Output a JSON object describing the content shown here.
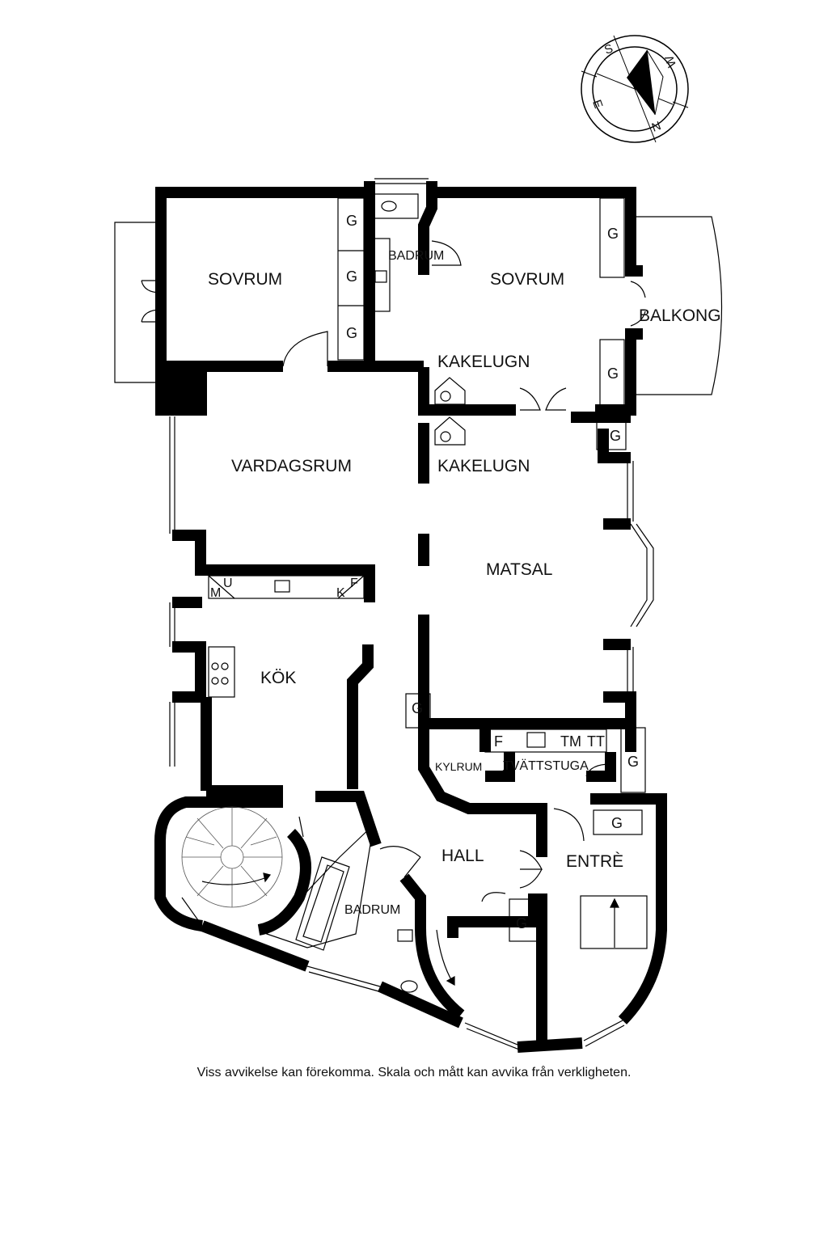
{
  "compass": {
    "labels": {
      "s": "S",
      "w": "W",
      "n": "N",
      "e": "E"
    }
  },
  "rooms": {
    "sovrum_left": "SOVRUM",
    "sovrum_right": "SOVRUM",
    "badrum_top": "BADRUM",
    "balkong": "BALKONG",
    "kakelugn_upper": "KAKELUGN",
    "kakelugn_lower": "KAKELUGN",
    "vardagsrum": "VARDAGSRUM",
    "matsal": "MATSAL",
    "kok": "KÖK",
    "kylrum": "KYLRUM",
    "tvattstuga": "TVÄTTSTUGA",
    "hall": "HALL",
    "entre": "ENTRÈ",
    "badrum_bottom": "BADRUM"
  },
  "markers": {
    "garderob": "G",
    "kitchen_m": "M",
    "kitchen_u": "U",
    "kitchen_k": "K",
    "kitchen_f": "F",
    "laundry_f": "F",
    "laundry_tm": "TM",
    "laundry_tt": "TT"
  },
  "footer": {
    "disclaimer": "Viss avvikelse kan förekomma. Skala och mått kan avvika från verkligheten."
  }
}
